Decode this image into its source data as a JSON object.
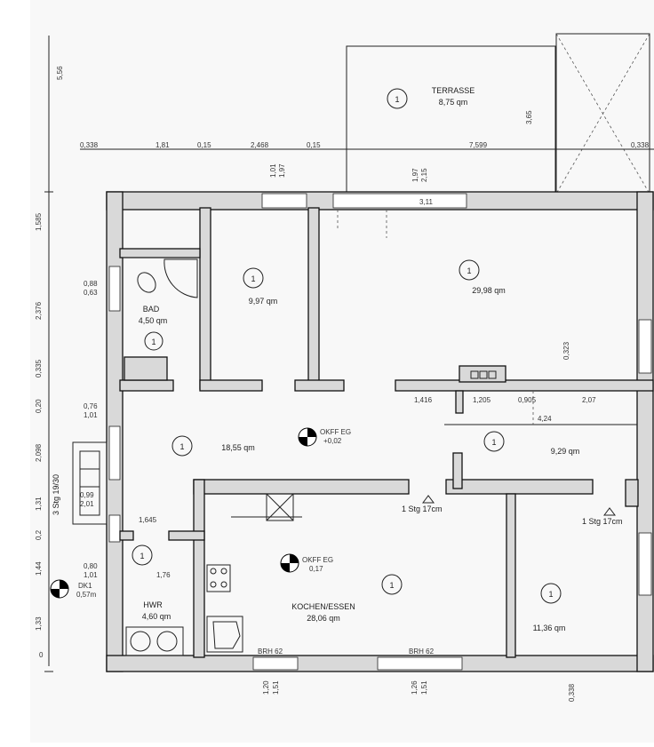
{
  "rooms": {
    "terrasse": {
      "name": "TERRASSE",
      "area": "8,75 qm",
      "number": "1"
    },
    "room_a": {
      "area": "9,97 qm",
      "number": "1"
    },
    "room_b": {
      "area": "29,98 qm",
      "number": "1"
    },
    "bad": {
      "name": "BAD",
      "area": "4,50 qm",
      "number": "1"
    },
    "flur": {
      "area": "18,55 qm",
      "number": "1"
    },
    "room_c": {
      "area": "9,29 qm",
      "number": "1"
    },
    "hwr": {
      "name": "HWR",
      "area": "4,60 qm",
      "number": "1"
    },
    "kochen": {
      "name": "KOCHEN/ESSEN",
      "area": "28,06 qm",
      "number": "1"
    },
    "room_d": {
      "area": "11,36 qm",
      "number": "1"
    }
  },
  "markers": {
    "okff_eg_1": {
      "label": "OKFF EG",
      "value": "+0,02"
    },
    "okff_eg_2": {
      "label": "OKFF EG",
      "value": "0,17"
    },
    "dk1": {
      "label": "DK1",
      "value": "0,57m"
    }
  },
  "steps": {
    "step1": "1 Stg 17cm",
    "step2": "1 Stg 17cm",
    "stair": "3 Stg 19/30"
  },
  "windows": {
    "brh1": "BRH 62",
    "brh2": "BRH 62"
  },
  "dims_top": [
    "0,338",
    "1,81",
    "0,15",
    "2,468",
    "0,15",
    "7,599",
    "0,338"
  ],
  "dims_top_extra": [
    "1,01",
    "1,97",
    "1,97",
    "2,15",
    "3,65",
    "3,11"
  ],
  "dims_left": [
    "5,56",
    "1,585",
    "2,376",
    "0,335",
    "0,20",
    "2,098",
    "1,31",
    "0,2",
    "1,44",
    "1,33",
    "0"
  ],
  "dims_misc": [
    "0,88",
    "0,63",
    "0,76",
    "1,01",
    "0,99",
    "2,01",
    "0,80",
    "1,01",
    "1,645",
    "1,76",
    "1,416",
    "1,205",
    "0,905",
    "2,07",
    "4,24",
    "0,323"
  ],
  "dims_bottom": [
    "1,20",
    "1,51",
    "1,26",
    "1,51",
    "0,338"
  ]
}
